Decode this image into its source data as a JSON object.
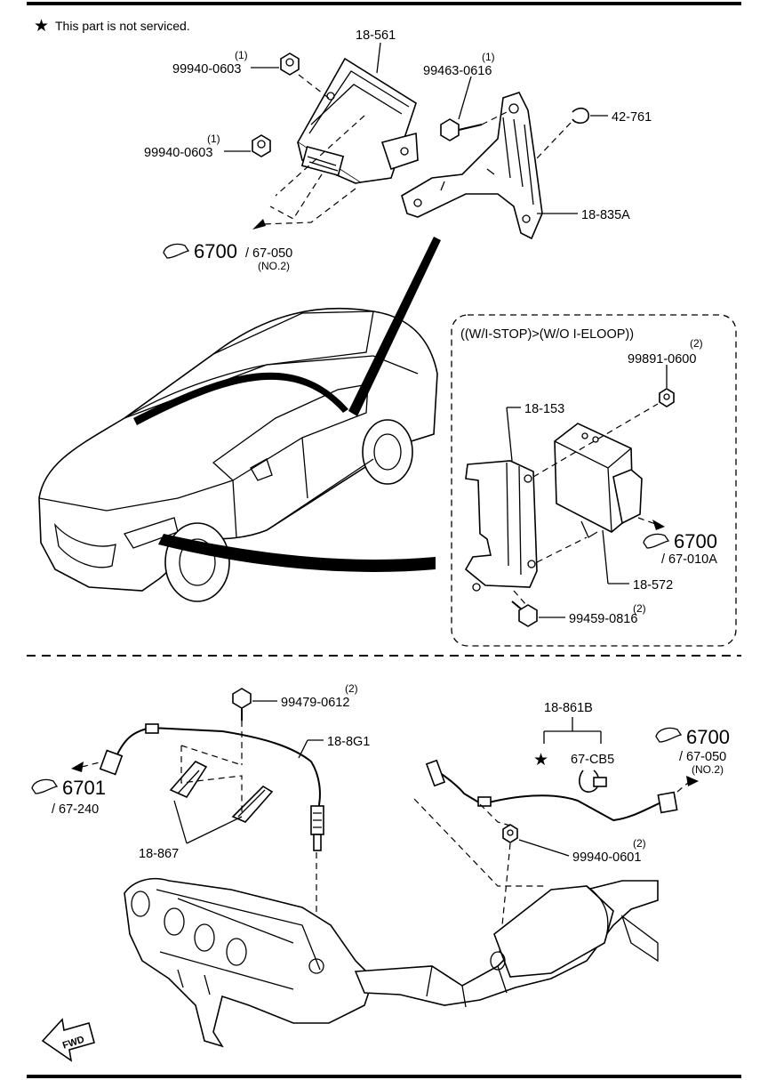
{
  "note": {
    "star": "★",
    "text": "This part is not serviced."
  },
  "top": {
    "p18_561": "18-561",
    "p99940_a_qty": "(1)",
    "p99940_a": "99940-0603",
    "p99940_b_qty": "(1)",
    "p99940_b": "99940-0603",
    "p99463_qty": "(1)",
    "p99463": "99463-0616",
    "p42_761": "42-761",
    "p18_835a": "18-835A",
    "ref_big": "6700",
    "ref_sub": "/ 67-050",
    "ref_no": "(NO.2)"
  },
  "inset": {
    "title": "((W/I-STOP)>(W/O I-ELOOP))",
    "p99891_qty": "(2)",
    "p99891": "99891-0600",
    "p18_153": "18-153",
    "ref_big": "6700",
    "ref_sub": "/ 67-010A",
    "p18_572": "18-572",
    "p99459_qty": "(2)",
    "p99459": "99459-0816"
  },
  "bottom": {
    "p99479_qty": "(2)",
    "p99479": "99479-0612",
    "p18_8g1": "18-8G1",
    "ref_left_big": "6701",
    "ref_left_sub": "/ 67-240",
    "p18_867": "18-867",
    "p18_861b": "18-861B",
    "star": "★",
    "p67_cb5": "67-CB5",
    "ref_right_big": "6700",
    "ref_right_sub": "/ 67-050",
    "ref_right_no": "(NO.2)",
    "p99940_qty": "(2)",
    "p99940": "99940-0601",
    "fwd": "FWD"
  }
}
